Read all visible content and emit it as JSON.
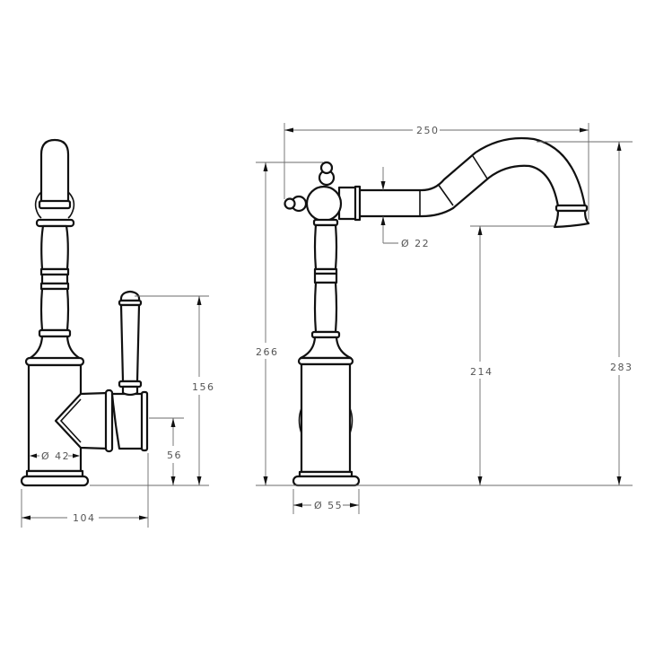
{
  "drawing": {
    "subject": "Faucet technical drawing",
    "views": [
      {
        "name": "side-view",
        "position": "left"
      },
      {
        "name": "front-view",
        "position": "right"
      }
    ]
  },
  "dimensions": {
    "side_view": {
      "base_width": "104",
      "body_diameter": "Ø 42",
      "handle_height": "156",
      "outlet_height": "56"
    },
    "front_view": {
      "spout_reach": "250",
      "spout_diameter": "Ø 22",
      "base_diameter": "Ø 55",
      "body_height": "266",
      "spout_clearance": "214",
      "overall_height": "283"
    }
  },
  "colors": {
    "outline": "#111111",
    "dimension_line": "#6b6b6b",
    "dimension_text": "#555555",
    "background": "#ffffff"
  }
}
